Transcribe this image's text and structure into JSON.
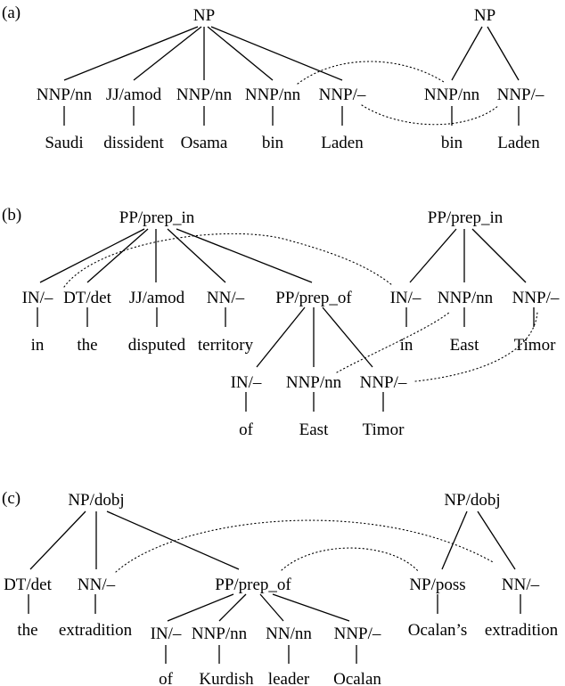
{
  "diagrams": [
    {
      "panel_label": "(a)",
      "source_tree": {
        "root": "NP",
        "children": [
          {
            "label": "NNP/nn",
            "word": "Saudi"
          },
          {
            "label": "JJ/amod",
            "word": "dissident"
          },
          {
            "label": "NNP/nn",
            "word": "Osama"
          },
          {
            "label": "NNP/nn",
            "word": "bin"
          },
          {
            "label": "NNP/–",
            "word": "Laden"
          }
        ]
      },
      "target_tree": {
        "root": "NP",
        "children": [
          {
            "label": "NNP/nn",
            "word": "bin"
          },
          {
            "label": "NNP/–",
            "word": "Laden"
          }
        ]
      }
    },
    {
      "panel_label": "(b)",
      "source_tree": {
        "root": "PP/prep_in",
        "children": [
          {
            "label": "IN/–",
            "word": "in"
          },
          {
            "label": "DT/det",
            "word": "the"
          },
          {
            "label": "JJ/amod",
            "word": "disputed"
          },
          {
            "label": "NN/–",
            "word": "territory"
          },
          {
            "label": "PP/prep_of",
            "children": [
              {
                "label": "IN/–",
                "word": "of"
              },
              {
                "label": "NNP/nn",
                "word": "East"
              },
              {
                "label": "NNP/–",
                "word": "Timor"
              }
            ]
          }
        ]
      },
      "target_tree": {
        "root": "PP/prep_in",
        "children": [
          {
            "label": "IN/–",
            "word": "in"
          },
          {
            "label": "NNP/nn",
            "word": "East"
          },
          {
            "label": "NNP/–",
            "word": "Timor"
          }
        ]
      }
    },
    {
      "panel_label": "(c)",
      "source_tree": {
        "root": "NP/dobj",
        "children": [
          {
            "label": "DT/det",
            "word": "the"
          },
          {
            "label": "NN/–",
            "word": "extradition"
          },
          {
            "label": "PP/prep_of",
            "children": [
              {
                "label": "IN/–",
                "word": "of"
              },
              {
                "label": "NNP/nn",
                "word": "Kurdish"
              },
              {
                "label": "NN/nn",
                "word": "leader"
              },
              {
                "label": "NNP/–",
                "word": "Ocalan"
              }
            ]
          }
        ]
      },
      "target_tree": {
        "root": "NP/dobj",
        "children": [
          {
            "label": "NP/poss",
            "word": "Ocalan’s"
          },
          {
            "label": "NN/–",
            "word": "extradition"
          }
        ]
      }
    }
  ]
}
